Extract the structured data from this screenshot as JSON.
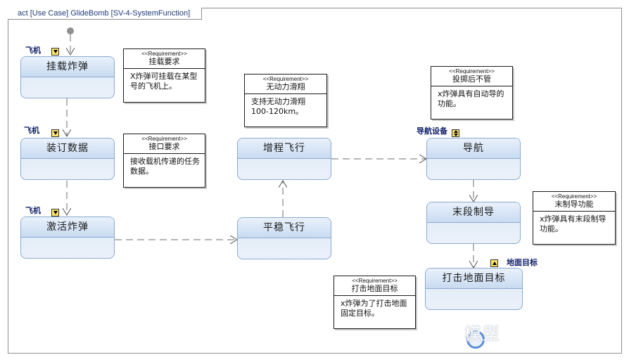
{
  "diagram": {
    "title": "act [Use Case] GlideBomb [SV-4-SystemFunction]",
    "actions": {
      "mount_bomb": "挂载炸弹",
      "bind_data": "装订数据",
      "activate_bomb": "激活炸弹",
      "stable_flight": "平稳飞行",
      "extended_flight": "增程飞行",
      "navigation": "导航",
      "terminal_guidance": "末段制导",
      "strike_ground_target": "打击地面目标"
    },
    "pins": {
      "aircraft_1": "飞机",
      "aircraft_2": "飞机",
      "aircraft_3": "飞机",
      "nav_device": "导航设备",
      "ground_target": "地面目标"
    },
    "requirements": [
      {
        "stereotype": "<<Requirement>>",
        "name": "挂载要求",
        "text": "X炸弹可挂载在某型号的飞机上。"
      },
      {
        "stereotype": "<<Requirement>>",
        "name": "接口要求",
        "text": "接收载机传递的任务数据。"
      },
      {
        "stereotype": "<<Requirement>>",
        "name": "无动力滑翔",
        "text": "支持无动力滑翔100-120km。"
      },
      {
        "stereotype": "<<Requirement>>",
        "name": "投掷后不管",
        "text": "x炸弹具有自动导的功能。"
      },
      {
        "stereotype": "<<Requirement>>",
        "name": "末制导功能",
        "text": "x炸弹具有末段制导功能。"
      },
      {
        "stereotype": "<<Requirement>>",
        "name": "打击地面目标",
        "text": "x炸弹为了打击地面固定目标。"
      }
    ],
    "watermark": "模型"
  }
}
